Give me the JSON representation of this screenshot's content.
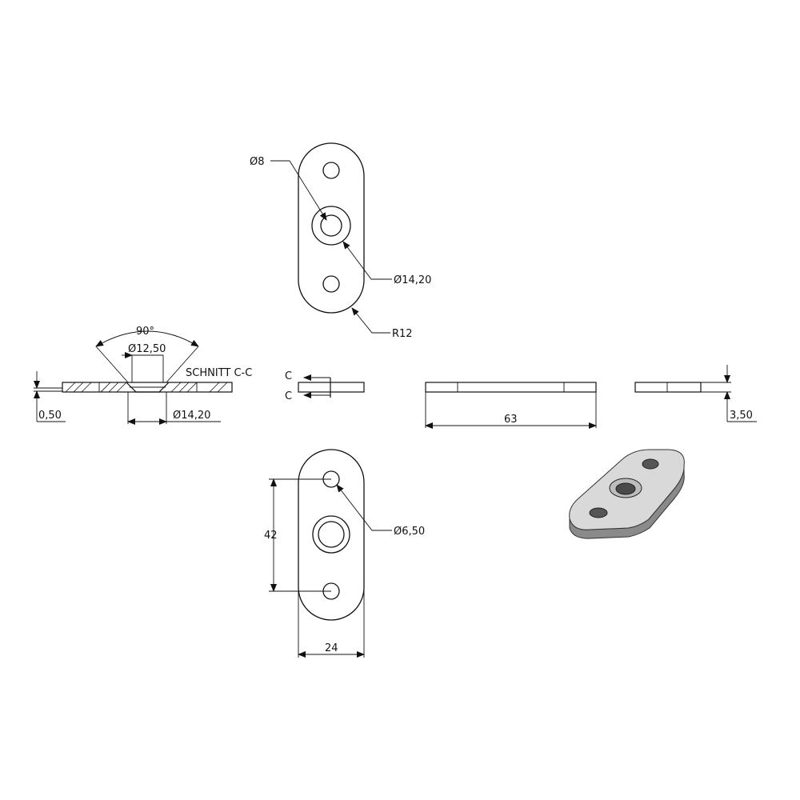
{
  "drawing": {
    "top_view": {
      "dim_inner_hole": "Ø8",
      "dim_counterbore": "Ø14,20",
      "dim_radius": "R12"
    },
    "section_view": {
      "title": "SCHNITT C-C",
      "dim_angle": "90°",
      "dim_countersink": "Ø12,50",
      "dim_outer": "Ø14,20",
      "dim_step": "0,50"
    },
    "side_view": {
      "section_mark_top": "C",
      "section_mark_bottom": "C",
      "dim_length": "63",
      "dim_thickness": "3,50"
    },
    "bottom_view": {
      "dim_hole_spacing": "42",
      "dim_hole": "Ø6,50",
      "dim_width": "24"
    },
    "colors": {
      "line": "#111111",
      "iso_face": "#d9d9d9",
      "iso_side": "#8a8a8a"
    }
  }
}
